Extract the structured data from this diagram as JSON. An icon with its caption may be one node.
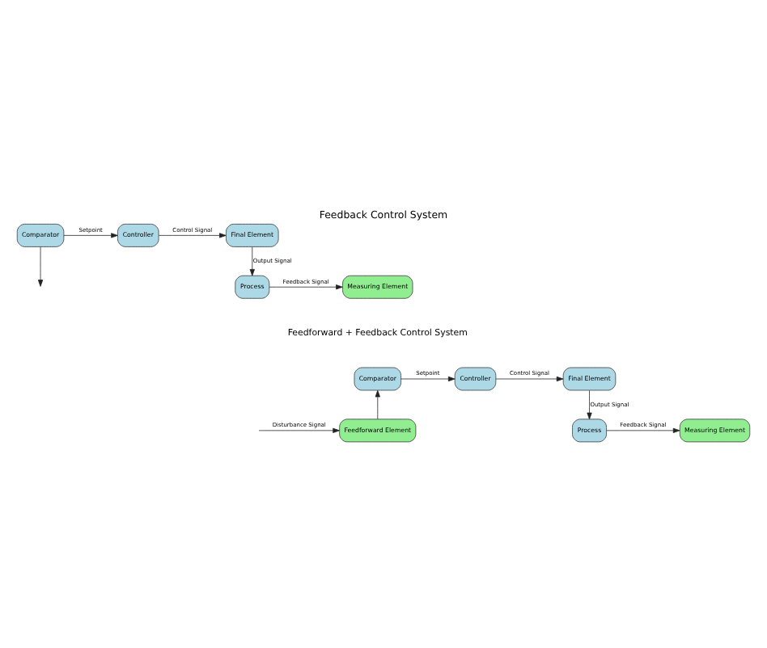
{
  "diagram": {
    "title": "Feedback Control System",
    "nodes": [
      {
        "text": [
          "Comparator"
        ]
      },
      {
        "text": [
          "Controller"
        ]
      },
      {
        "text": [
          "Final Element"
        ]
      },
      {
        "text": [
          "Measuring Element"
        ]
      },
      {
        "text": [
          "Process"
        ]
      },
      {
        "text": [
          "Comparator"
        ]
      },
      {
        "text": [
          "Controller"
        ]
      },
      {
        "text": [
          "Final Element"
        ]
      },
      {
        "text": [
          "Feedforward Element"
        ]
      },
      {
        "text": [
          "Measuring Element"
        ]
      },
      {
        "text": [
          "Process"
        ]
      }
    ],
    "edges": [
      {
        "from": 0,
        "to": 1,
        "arrow": "to",
        "label": "Setpoint"
      },
      {
        "from": 1,
        "to": 2,
        "arrow": "to",
        "label": "Control Signal"
      },
      {
        "from": 0,
        "to": null,
        "arrow": "to"
      },
      {
        "from": 2,
        "to": 4,
        "arrow": "to",
        "label": "Output Signal"
      },
      {
        "from": 4,
        "to": 3,
        "arrow": "to",
        "label": "Feedback Signal"
      },
      {
        "from": 5,
        "to": 6,
        "arrow": "to",
        "label": "Setpoint"
      },
      {
        "from": 6,
        "to": 7,
        "arrow": "to",
        "label": "Control Signal"
      },
      {
        "from": 8,
        "to": 5,
        "arrow": "to"
      },
      {
        "from": 7,
        "to": 10,
        "arrow": "to",
        "label": "Output Signal"
      },
      {
        "from": null,
        "to": 8,
        "arrow": "to",
        "label": "Disturbance Signal"
      },
      {
        "from": 10,
        "to": 9,
        "arrow": "to",
        "label": "Feedback Signal"
      }
    ],
    "labels": [
      "Feedforward + Feedback Control System"
    ]
  }
}
